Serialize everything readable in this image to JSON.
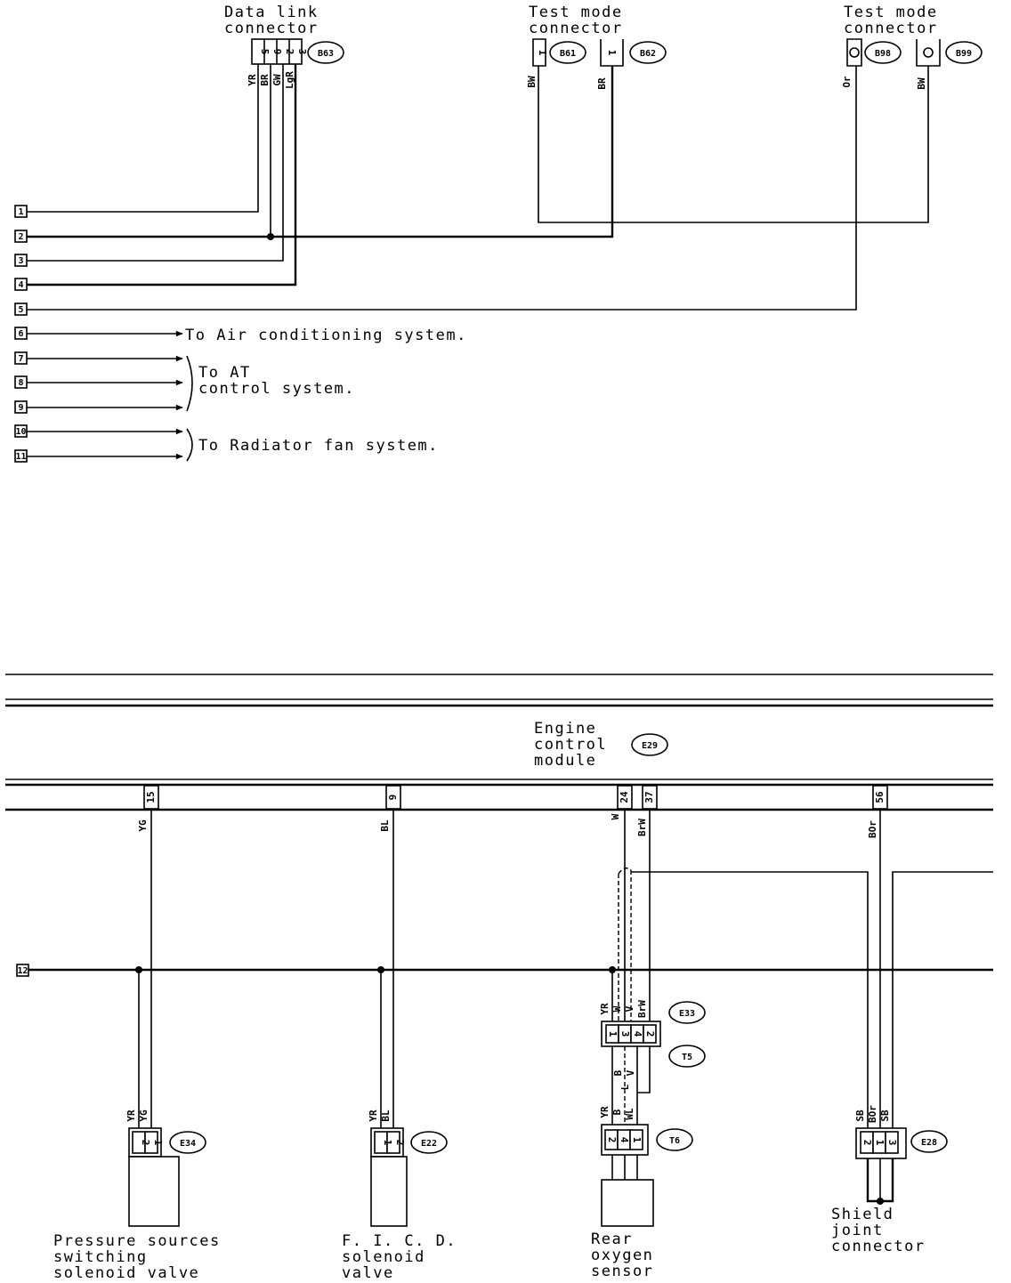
{
  "connectors": {
    "data_link": {
      "title_1": "Data link",
      "title_2": "connector",
      "id": "B63",
      "pins": [
        "5",
        "9",
        "2",
        "3"
      ],
      "wires": [
        "YR",
        "BR",
        "GW",
        "LgR"
      ]
    },
    "test_mode_1": {
      "title_1": "Test mode",
      "title_2": "connector",
      "id_a": "B61",
      "pin_a": "1",
      "wire_a": "BW",
      "id_b": "B62",
      "pin_b": "1",
      "wire_b": "BR"
    },
    "test_mode_2": {
      "title_1": "Test mode",
      "title_2": "connector",
      "id_a": "B98",
      "wire_a": "Or",
      "id_b": "B99",
      "wire_b": "BW"
    }
  },
  "terminals": [
    "1",
    "2",
    "3",
    "4",
    "5",
    "6",
    "7",
    "8",
    "9",
    "10",
    "11",
    "12"
  ],
  "destinations": {
    "air": "To Air conditioning system.",
    "at_1": "To AT",
    "at_2": "control system.",
    "radiator": "To Radiator fan system."
  },
  "ecm": {
    "title_1": "Engine",
    "title_2": "control",
    "title_3": "module",
    "id": "E29",
    "pins": [
      "15",
      "9",
      "24",
      "37",
      "56"
    ],
    "wires": [
      "YG",
      "BL",
      "W",
      "BrW",
      "BOr"
    ]
  },
  "components": {
    "pressure": {
      "id": "E34",
      "pins": [
        "2",
        "1"
      ],
      "wires": [
        "YR",
        "YG"
      ],
      "label_1": "Pressure sources",
      "label_2": "switching",
      "label_3": "solenoid valve"
    },
    "ficd": {
      "id": "E22",
      "pins": [
        "1",
        "2"
      ],
      "wires": [
        "YR",
        "BL"
      ],
      "label_1": "F. I. C. D.",
      "label_2": "solenoid",
      "label_3": "valve"
    },
    "oxygen": {
      "id_e": "E33",
      "id_t5": "T5",
      "id_t6": "T6",
      "e33_pins": [
        "1",
        "3",
        "4",
        "2"
      ],
      "e33_wires": [
        "YR",
        "W",
        "V",
        "BrW"
      ],
      "t6_pins": [
        "2",
        "4",
        "1"
      ],
      "t6_wires": [
        "YR",
        "B",
        "WL"
      ],
      "mid_wires": [
        "B",
        "L",
        "V"
      ],
      "label_1": "Rear",
      "label_2": "oxygen",
      "label_3": "sensor"
    },
    "shield": {
      "id": "E28",
      "pins": [
        "2",
        "1",
        "3"
      ],
      "wires": [
        "SB",
        "BOr",
        "SB"
      ],
      "label_1": "Shield",
      "label_2": "joint",
      "label_3": "connector"
    }
  }
}
